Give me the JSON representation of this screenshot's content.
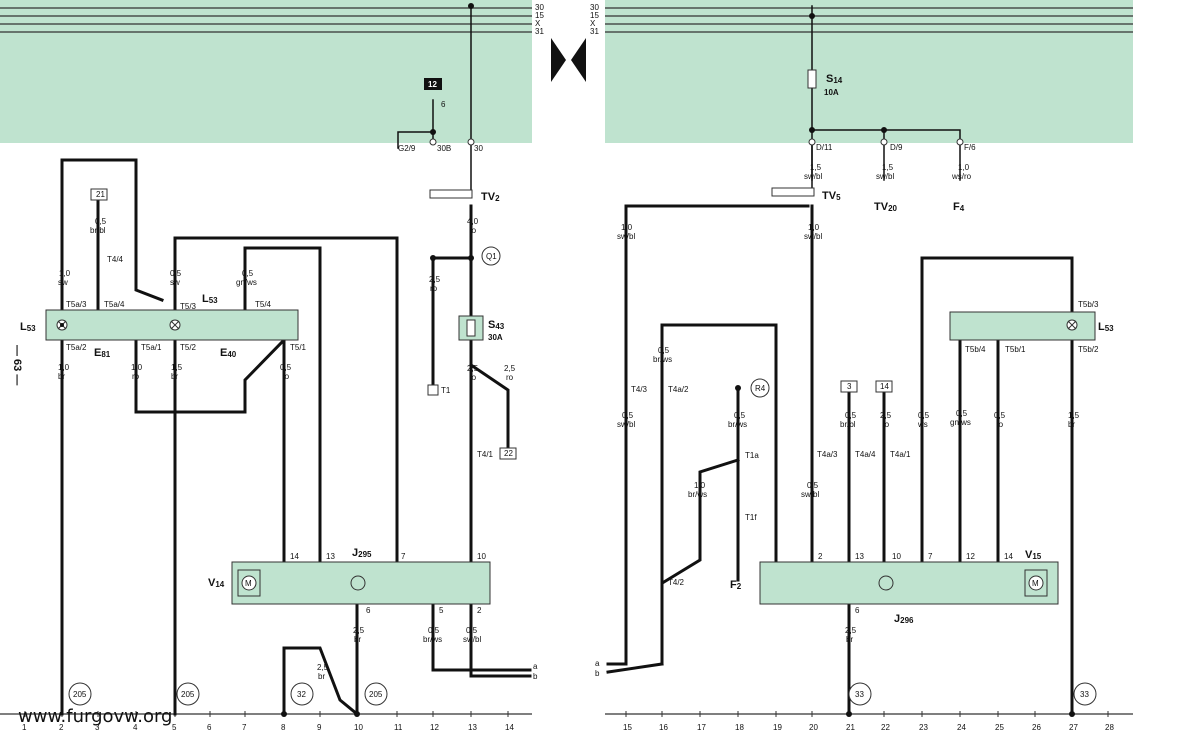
{
  "rails": {
    "left": [
      "30",
      "15",
      "X",
      "31"
    ],
    "right": [
      "30",
      "15",
      "X",
      "31"
    ]
  },
  "page_ref": "— 63 —",
  "watermark": "www.furgovw.org",
  "bottom_numbers": [
    "1",
    "2",
    "3",
    "4",
    "5",
    "6",
    "7",
    "8",
    "9",
    "10",
    "11",
    "12",
    "13",
    "14",
    "15",
    "16",
    "17",
    "18",
    "19",
    "20",
    "21",
    "22",
    "23",
    "24",
    "25",
    "26",
    "27",
    "28"
  ],
  "components": {
    "s14": {
      "name": "S",
      "sub": "14",
      "rating": "10A"
    },
    "s43": {
      "name": "S",
      "sub": "43",
      "rating": "30A"
    },
    "tv2": {
      "name": "TV",
      "sub": "2"
    },
    "tv5": {
      "name": "TV",
      "sub": "5"
    },
    "tv20": {
      "name": "TV",
      "sub": "20"
    },
    "f4": {
      "name": "F",
      "sub": "4"
    },
    "f2": {
      "name": "F",
      "sub": "2"
    },
    "j295": {
      "name": "J",
      "sub": "295"
    },
    "j296": {
      "name": "J",
      "sub": "296"
    },
    "v14": {
      "name": "V",
      "sub": "14"
    },
    "v15": {
      "name": "V",
      "sub": "15"
    },
    "l53": {
      "name": "L",
      "sub": "53"
    },
    "e81": {
      "name": "E",
      "sub": "81"
    },
    "e40": {
      "name": "E",
      "sub": "40"
    }
  },
  "labels": [
    {
      "id": "g29",
      "text": "G2/9"
    },
    {
      "id": "l30b",
      "text": "30B"
    },
    {
      "id": "l30",
      "text": "30"
    },
    {
      "id": "l12",
      "text": "12"
    },
    {
      "id": "l6a",
      "text": "6"
    },
    {
      "id": "d11",
      "text": "D/11"
    },
    {
      "id": "d9",
      "text": "D/9"
    },
    {
      "id": "f6",
      "text": "F/6"
    },
    {
      "id": "w1",
      "text": "1,5"
    },
    {
      "id": "w1c",
      "text": "sw/bl"
    },
    {
      "id": "w2",
      "text": "1,5"
    },
    {
      "id": "w2c",
      "text": "sw/bl"
    },
    {
      "id": "w3",
      "text": "1,0"
    },
    {
      "id": "w3c",
      "text": "ws/ro"
    },
    {
      "id": "w4",
      "text": "4,0"
    },
    {
      "id": "w4c",
      "text": "ro"
    },
    {
      "id": "q1",
      "text": "Q1"
    },
    {
      "id": "w5",
      "text": "2,5"
    },
    {
      "id": "w5c",
      "text": "ro"
    },
    {
      "id": "t1",
      "text": "T1"
    },
    {
      "id": "w6",
      "text": "2,5"
    },
    {
      "id": "w6c",
      "text": "ro"
    },
    {
      "id": "w7",
      "text": "2,5"
    },
    {
      "id": "w7c",
      "text": "ro"
    },
    {
      "id": "t41",
      "text": "T4/1"
    },
    {
      "id": "l22",
      "text": "22"
    },
    {
      "id": "l21",
      "text": "21"
    },
    {
      "id": "w8",
      "text": "0,5"
    },
    {
      "id": "w8c",
      "text": "br/bl"
    },
    {
      "id": "t44",
      "text": "T4/4"
    },
    {
      "id": "w9",
      "text": "1,0"
    },
    {
      "id": "w9c",
      "text": "sw"
    },
    {
      "id": "w10",
      "text": "0,5"
    },
    {
      "id": "w10c",
      "text": "sw"
    },
    {
      "id": "w11",
      "text": "0,5"
    },
    {
      "id": "w11c",
      "text": "gn/ws"
    },
    {
      "id": "t5a3",
      "text": "T5a/3"
    },
    {
      "id": "t5a4",
      "text": "T5a/4"
    },
    {
      "id": "t53",
      "text": "T5/3"
    },
    {
      "id": "t54",
      "text": "T5/4"
    },
    {
      "id": "t5a2",
      "text": "T5a/2"
    },
    {
      "id": "t5a1",
      "text": "T5a/1"
    },
    {
      "id": "t52",
      "text": "T5/2"
    },
    {
      "id": "t51",
      "text": "T5/1"
    },
    {
      "id": "w12",
      "text": "1,0"
    },
    {
      "id": "w12c",
      "text": "br"
    },
    {
      "id": "w13",
      "text": "1,0"
    },
    {
      "id": "w13c",
      "text": "ro"
    },
    {
      "id": "w14",
      "text": "1,5"
    },
    {
      "id": "w14c",
      "text": "br"
    },
    {
      "id": "w15",
      "text": "0,5"
    },
    {
      "id": "w15c",
      "text": "ro"
    },
    {
      "id": "p14",
      "text": "14"
    },
    {
      "id": "p13",
      "text": "13"
    },
    {
      "id": "p7",
      "text": "7"
    },
    {
      "id": "p10",
      "text": "10"
    },
    {
      "id": "p6",
      "text": "6"
    },
    {
      "id": "p5",
      "text": "5"
    },
    {
      "id": "p2",
      "text": "2"
    },
    {
      "id": "w16",
      "text": "2,5"
    },
    {
      "id": "w16c",
      "text": "br"
    },
    {
      "id": "w17",
      "text": "0,5"
    },
    {
      "id": "w17c",
      "text": "br/ws"
    },
    {
      "id": "w18",
      "text": "0,5"
    },
    {
      "id": "w18c",
      "text": "sw/bl"
    },
    {
      "id": "w19",
      "text": "2,5"
    },
    {
      "id": "w19c",
      "text": "br"
    },
    {
      "id": "c205a",
      "text": "205"
    },
    {
      "id": "c205b",
      "text": "205"
    },
    {
      "id": "c205c",
      "text": "205"
    },
    {
      "id": "c32",
      "text": "32"
    },
    {
      "id": "la",
      "text": "a"
    },
    {
      "id": "lb",
      "text": "b"
    },
    {
      "id": "w20",
      "text": "1,0"
    },
    {
      "id": "w20c",
      "text": "sw/bl"
    },
    {
      "id": "w21",
      "text": "1,0"
    },
    {
      "id": "w21c",
      "text": "sw/bl"
    },
    {
      "id": "w22",
      "text": "0,5"
    },
    {
      "id": "w22c",
      "text": "br/ws"
    },
    {
      "id": "t43",
      "text": "T4/3"
    },
    {
      "id": "t42",
      "text": "T4a/2"
    },
    {
      "id": "w23",
      "text": "0,5"
    },
    {
      "id": "w23c",
      "text": "sw/bl"
    },
    {
      "id": "r4",
      "text": "R4"
    },
    {
      "id": "w24",
      "text": "0,5"
    },
    {
      "id": "w24c",
      "text": "br/ws"
    },
    {
      "id": "t1a",
      "text": "T1a"
    },
    {
      "id": "t1f",
      "text": "T1f"
    },
    {
      "id": "w25",
      "text": "1,0"
    },
    {
      "id": "w25c",
      "text": "br/ws"
    },
    {
      "id": "t42b",
      "text": "T4/2"
    },
    {
      "id": "t4a3",
      "text": "T4a/3"
    },
    {
      "id": "w26",
      "text": "0,5"
    },
    {
      "id": "w26c",
      "text": "sw/bl"
    },
    {
      "id": "l3",
      "text": "3"
    },
    {
      "id": "l14",
      "text": "14"
    },
    {
      "id": "w27",
      "text": "0,5"
    },
    {
      "id": "w27c",
      "text": "br/bl"
    },
    {
      "id": "t4a4",
      "text": "T4a/4"
    },
    {
      "id": "w28",
      "text": "2,5"
    },
    {
      "id": "w28c",
      "text": "ro"
    },
    {
      "id": "t4a1",
      "text": "T4a/1"
    },
    {
      "id": "w29",
      "text": "0,5"
    },
    {
      "id": "w29c",
      "text": "ws"
    },
    {
      "id": "w30",
      "text": "0,5"
    },
    {
      "id": "w30c",
      "text": "gn/ws"
    },
    {
      "id": "w31",
      "text": "0,5"
    },
    {
      "id": "w31c",
      "text": "ro"
    },
    {
      "id": "w32",
      "text": "1,5"
    },
    {
      "id": "w32c",
      "text": "br"
    },
    {
      "id": "t5b3",
      "text": "T5b/3"
    },
    {
      "id": "t5b4",
      "text": "T5b/4"
    },
    {
      "id": "t5b1",
      "text": "T5b/1"
    },
    {
      "id": "t5b2",
      "text": "T5b/2"
    },
    {
      "id": "q2",
      "text": "2"
    },
    {
      "id": "q13",
      "text": "13"
    },
    {
      "id": "q10",
      "text": "10"
    },
    {
      "id": "q7",
      "text": "7"
    },
    {
      "id": "q12",
      "text": "12"
    },
    {
      "id": "q14",
      "text": "14"
    },
    {
      "id": "q6",
      "text": "6"
    },
    {
      "id": "w33",
      "text": "2,5"
    },
    {
      "id": "w33c",
      "text": "br"
    },
    {
      "id": "c33a",
      "text": "33"
    },
    {
      "id": "c33b",
      "text": "33"
    },
    {
      "id": "ra",
      "text": "a"
    },
    {
      "id": "rb",
      "text": "b"
    }
  ]
}
